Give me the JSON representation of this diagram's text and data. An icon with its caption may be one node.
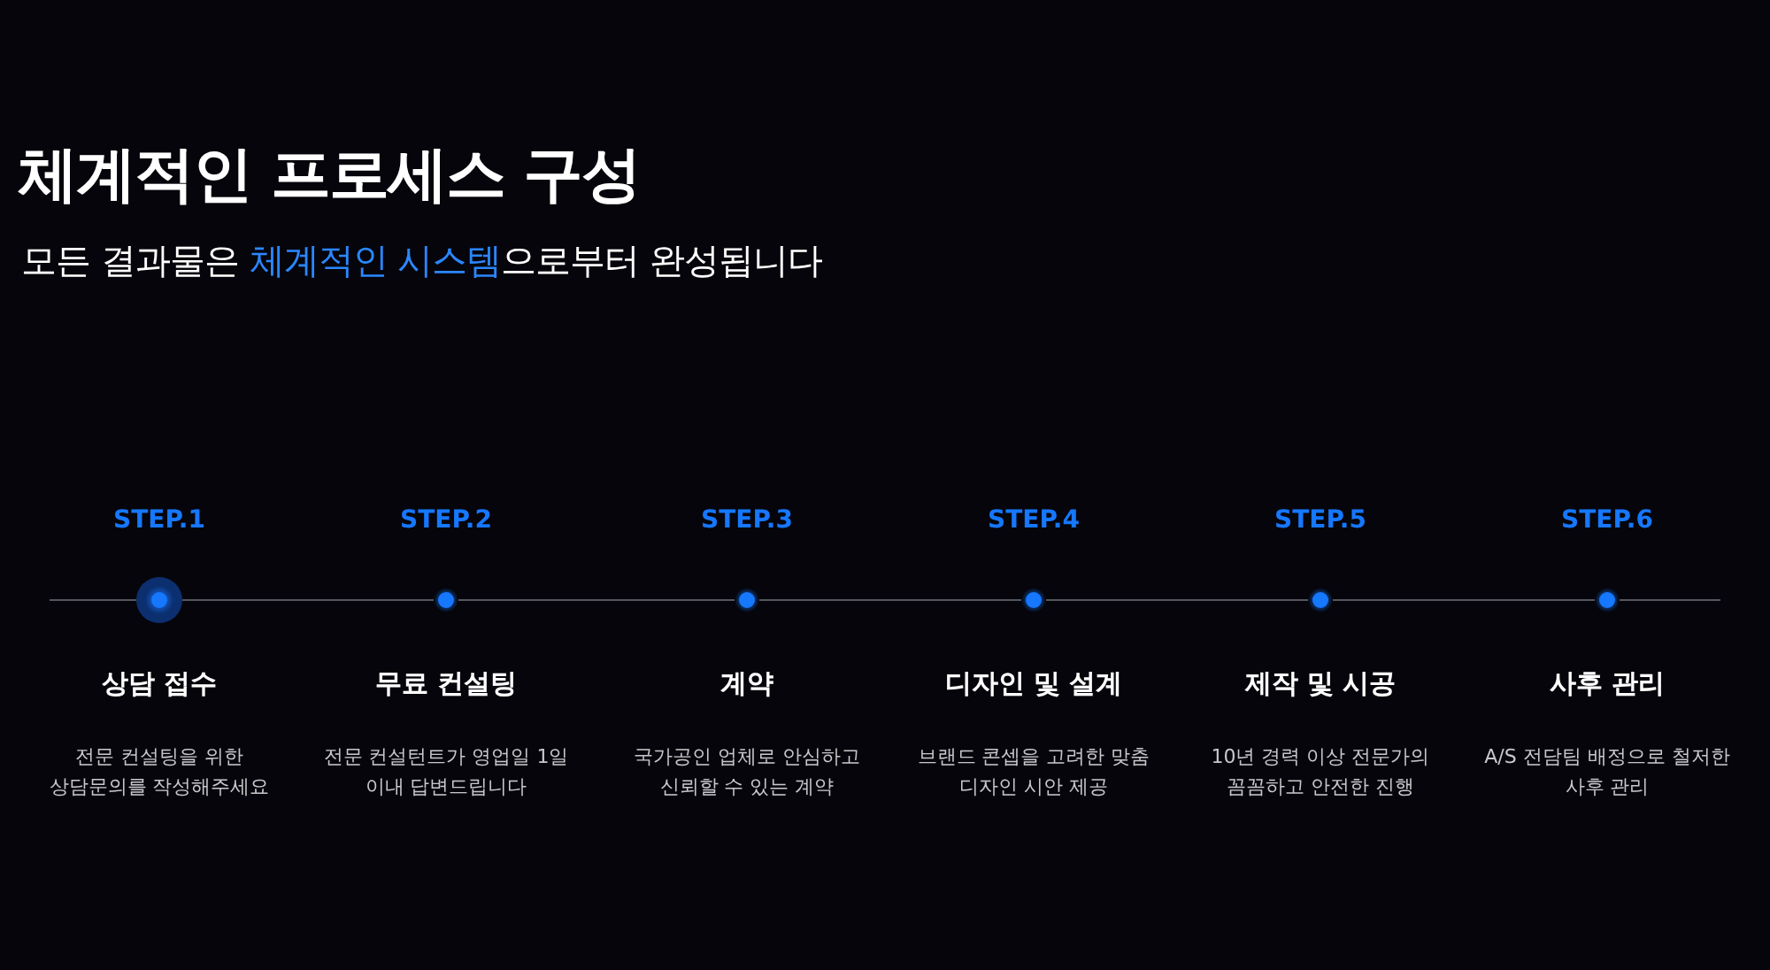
{
  "diagram": {
    "title": "체계적인 프로세스 구성",
    "nodes": [
      {
        "text": [],
        "shape": "circle"
      },
      {
        "text": [],
        "shape": "circle"
      },
      {
        "text": [],
        "shape": "circle"
      },
      {
        "text": [],
        "shape": "circle"
      },
      {
        "text": [],
        "shape": "circle"
      },
      {
        "text": [],
        "shape": "circle"
      }
    ],
    "edges": [
      {
        "from": 0,
        "to": 1,
        "arrow": "none"
      },
      {
        "from": 1,
        "to": 2,
        "arrow": "none"
      },
      {
        "from": 2,
        "to": 3,
        "arrow": "none"
      },
      {
        "from": 3,
        "to": 4,
        "arrow": "none"
      },
      {
        "from": 4,
        "to": 5,
        "arrow": "none"
      }
    ],
    "labels": [
      "모든 결과물은",
      "체계적인 시스템",
      "으로부터 완성됩니다",
      "STEP.1",
      "STEP.2",
      "STEP.3",
      "STEP.4",
      "STEP.5",
      "STEP.6",
      "상담 접수",
      "무료 컨설팅",
      "계약",
      "디자인 및 설계",
      "제작 및 시공",
      "사후 관리",
      "전문 컨설팅을 위한 상담문의를 작성해주세요",
      "전문 컨설턴트가 영업일 1일 이내 답변드립니다",
      "국가공인 업체로 안심하고 신뢰할 수 있는 계약",
      "브랜드 콘셉을 고려한 맞춤 디자인 시안 제공",
      "10년 경력 이상 전문가의 꼼꼼하고 안전한 진행",
      "A/S 전담팀 배정으로 철저한 사후 관리"
    ]
  }
}
